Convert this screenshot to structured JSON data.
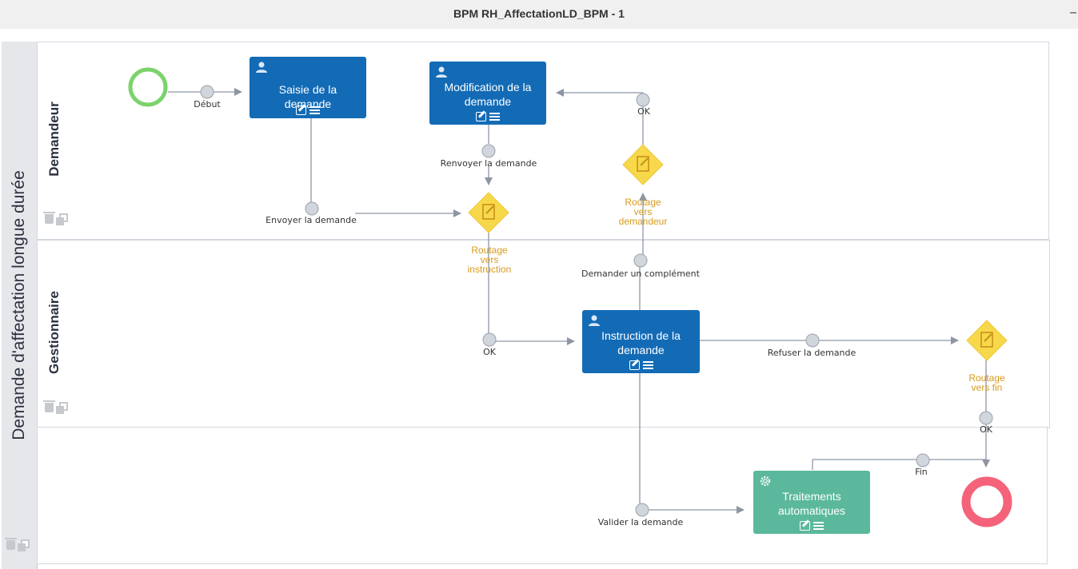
{
  "window": {
    "title": "BPM RH_AffectationLD_BPM - 1"
  },
  "pool": {
    "label": "Demande d'affectation longue durée"
  },
  "lanes": [
    {
      "label": "Demandeur"
    },
    {
      "label": "Gestionnaire"
    },
    {
      "label": ""
    }
  ],
  "tasks": {
    "saisie": {
      "label": "Saisie de la demande",
      "type": "user"
    },
    "modification": {
      "label": "Modification de la demande",
      "type": "user"
    },
    "instruction": {
      "label": "Instruction de la demande",
      "type": "user"
    },
    "traitements": {
      "label": "Traitements automatiques",
      "type": "service"
    }
  },
  "gateways": {
    "instruction": {
      "label": "Routage vers instruction"
    },
    "demandeur": {
      "label": "Routage vers demandeur"
    },
    "fin": {
      "label": "Routage vers fin"
    }
  },
  "flows": {
    "debut": "Début",
    "envoyer": "Envoyer la demande",
    "renvoyer": "Renvoyer la demande",
    "ok_modif": "OK",
    "ok_instr": "OK",
    "complement": "Demander un complément",
    "refuser": "Refuser la demande",
    "ok_fin": "OK",
    "valider": "Valider la demande",
    "fin": "Fin"
  },
  "colors": {
    "task": "#136bb6",
    "service_task": "#5bb89c",
    "gateway": "#f7d84a",
    "start_event": "#7bd36b",
    "end_event": "#f4637a",
    "connector": "#8e96a3"
  }
}
